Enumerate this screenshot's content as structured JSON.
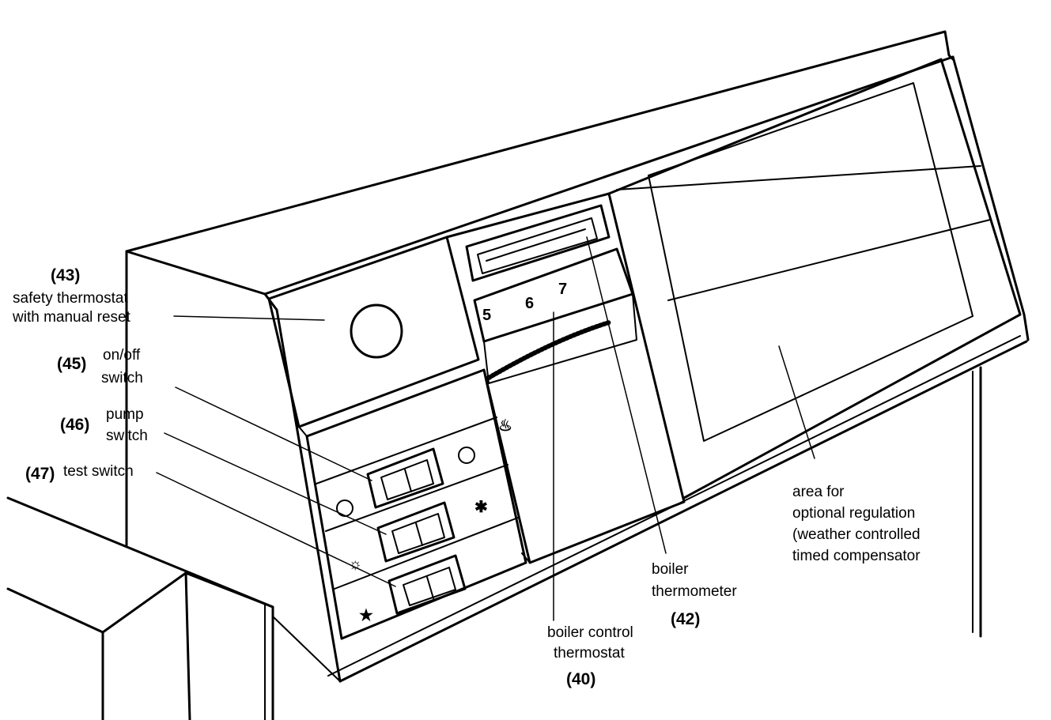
{
  "callouts": {
    "c43": {
      "number": "(43)",
      "line1": "safety thermostat",
      "line2": "with manual reset"
    },
    "c45": {
      "number": "(45)",
      "line1": "on/off",
      "line2": "switch"
    },
    "c46": {
      "number": "(46)",
      "line1": "pump",
      "line2": "switch"
    },
    "c47": {
      "number": "(47)",
      "line1": "test switch"
    },
    "c40": {
      "line1": "boiler control",
      "line2": "thermostat",
      "number": "(40)"
    },
    "c42": {
      "line1": "boiler",
      "line2": "thermometer",
      "number": "(42)"
    },
    "area": {
      "line1": "area for",
      "line2": "optional regulation",
      "line3": "(weather controlled",
      "line4": "timed compensator"
    }
  },
  "dial": {
    "mark_5": "5",
    "mark_6": "6",
    "mark_7": "7"
  }
}
